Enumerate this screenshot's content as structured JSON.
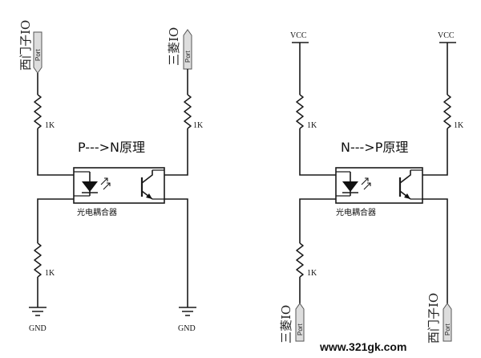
{
  "left": {
    "title": "P--->N原理",
    "io_top_left": "西门子IO",
    "io_top_right": "三菱IO",
    "port": "Port",
    "r_top_left": "1K",
    "r_top_right": "1K",
    "r_bottom_left": "1K",
    "opto_label": "光电耦合器",
    "gnd_left": "GND",
    "gnd_right": "GND"
  },
  "right": {
    "title": "N--->P原理",
    "vcc_left": "VCC",
    "vcc_right": "VCC",
    "r_top_left": "1K",
    "r_top_right": "1K",
    "r_bottom_left": "1K",
    "opto_label": "光电耦合器",
    "io_bottom_left": "三菱IO",
    "io_bottom_right": "西门子IO",
    "port": "Port"
  },
  "watermark": "www.321gk.com"
}
